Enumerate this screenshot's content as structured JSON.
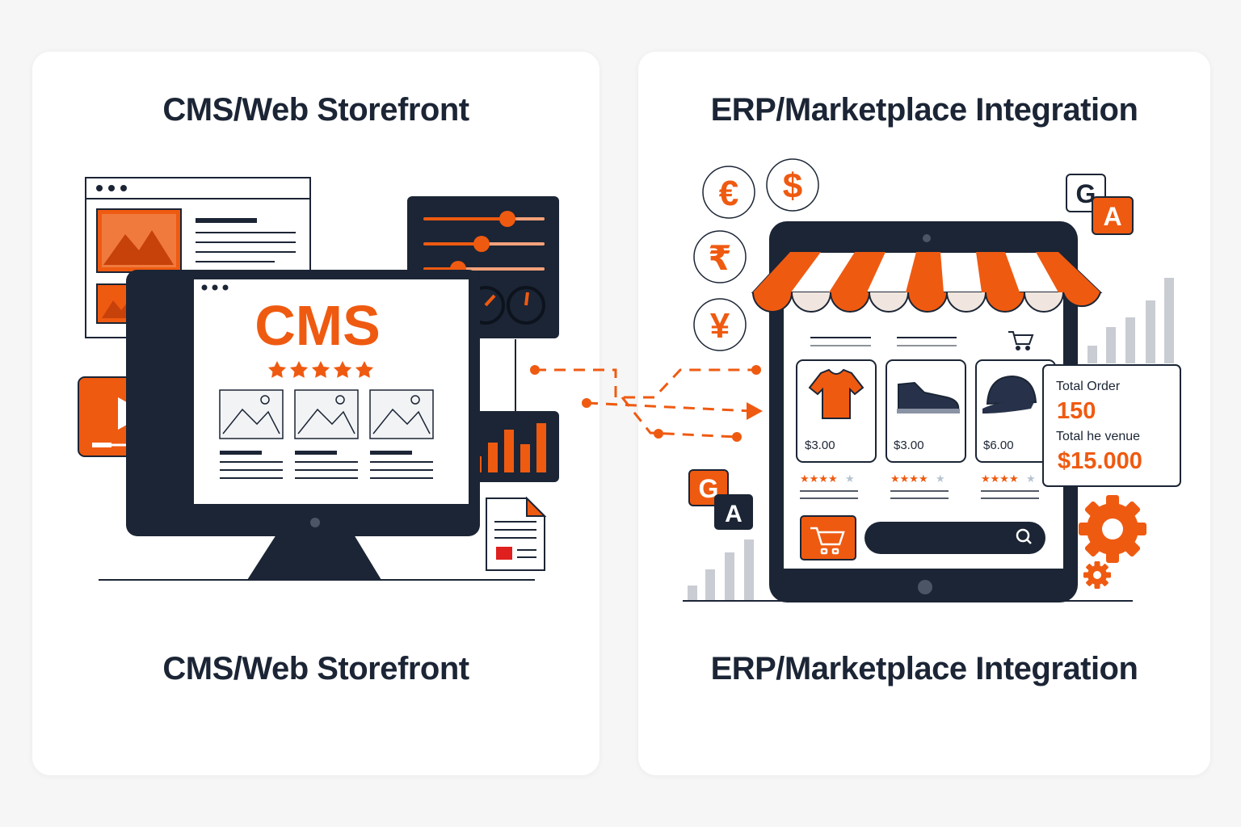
{
  "left_panel": {
    "title_top": "CMS/Web Storefront",
    "title_bottom": "CMS/Web Storefront",
    "monitor_label": "CMS"
  },
  "right_panel": {
    "title_top": "ERP/Marketplace Integration",
    "title_bottom": "ERP/Marketplace Integration",
    "currencies": [
      "€",
      "$",
      "₹",
      "¥"
    ],
    "translate_icon_letters": [
      "G",
      "A"
    ],
    "products": [
      {
        "name": "t-shirt",
        "price": "$3.00",
        "rating": 4
      },
      {
        "name": "sneaker",
        "price": "$3.00",
        "rating": 4
      },
      {
        "name": "cap",
        "price": "$6.00",
        "rating": 4
      }
    ],
    "stats": {
      "order_label": "Total Order",
      "order_value": "150",
      "revenue_label": "Total he venue",
      "revenue_value": "$15.000"
    }
  },
  "colors": {
    "accent": "#ef5a11",
    "dark": "#1b2535",
    "light_accent": "#f4a17a",
    "gray_bar": "#c9ccd2"
  }
}
